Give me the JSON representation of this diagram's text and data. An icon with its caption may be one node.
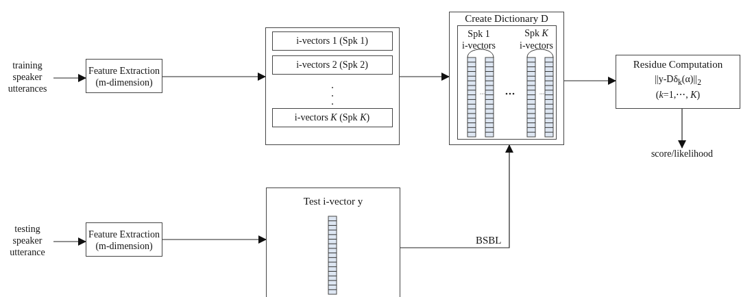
{
  "diagram": {
    "nodes": [
      {
        "text": [
          "training speaker utterances"
        ]
      },
      {
        "text": [
          "Feature Extraction (m-dimension)"
        ]
      },
      {
        "text": [],
        "shape": "box"
      },
      {
        "text": [
          "i-vectors 1 (Spk 1)"
        ],
        "in": 2
      },
      {
        "text": [
          "i-vectors 2 (Spk 2)"
        ],
        "in": 2
      },
      {
        "text": [
          "i-vectors *K* (Spk *K*)"
        ],
        "in": 2
      },
      {
        "text": [
          "Create Dictionary D"
        ]
      },
      {
        "text": [
          "Spk 1",
          "i-vectors",
          "Spk *K*",
          "i-vectors"
        ],
        "in": 6
      },
      {
        "text": [
          "Residue Computation",
          "||y-Dδ$_{k}$(α)||$_{2}$",
          "(*k*=1,⋯, *K*)"
        ]
      },
      {
        "text": [
          "score/likelihood"
        ]
      },
      {
        "text": [
          "testing speaker utterance"
        ]
      },
      {
        "text": [
          "Feature Extraction (m-dimension)"
        ]
      },
      {
        "text": [
          "Test i-vector y"
        ]
      }
    ],
    "edges": [
      {
        "from": 0,
        "to": 1,
        "arrow": "to"
      },
      {
        "from": 1,
        "to": 2,
        "arrow": "to"
      },
      {
        "from": 2,
        "to": 6,
        "arrow": "to"
      },
      {
        "from": 6,
        "to": 8,
        "arrow": "to"
      },
      {
        "from": 8,
        "to": 9,
        "arrow": "to"
      },
      {
        "from": 10,
        "to": 11,
        "arrow": "to"
      },
      {
        "from": 11,
        "to": 12,
        "arrow": "to"
      },
      {
        "from": 12,
        "to": 6,
        "arrow": "to",
        "label": "BSBL"
      }
    ]
  }
}
